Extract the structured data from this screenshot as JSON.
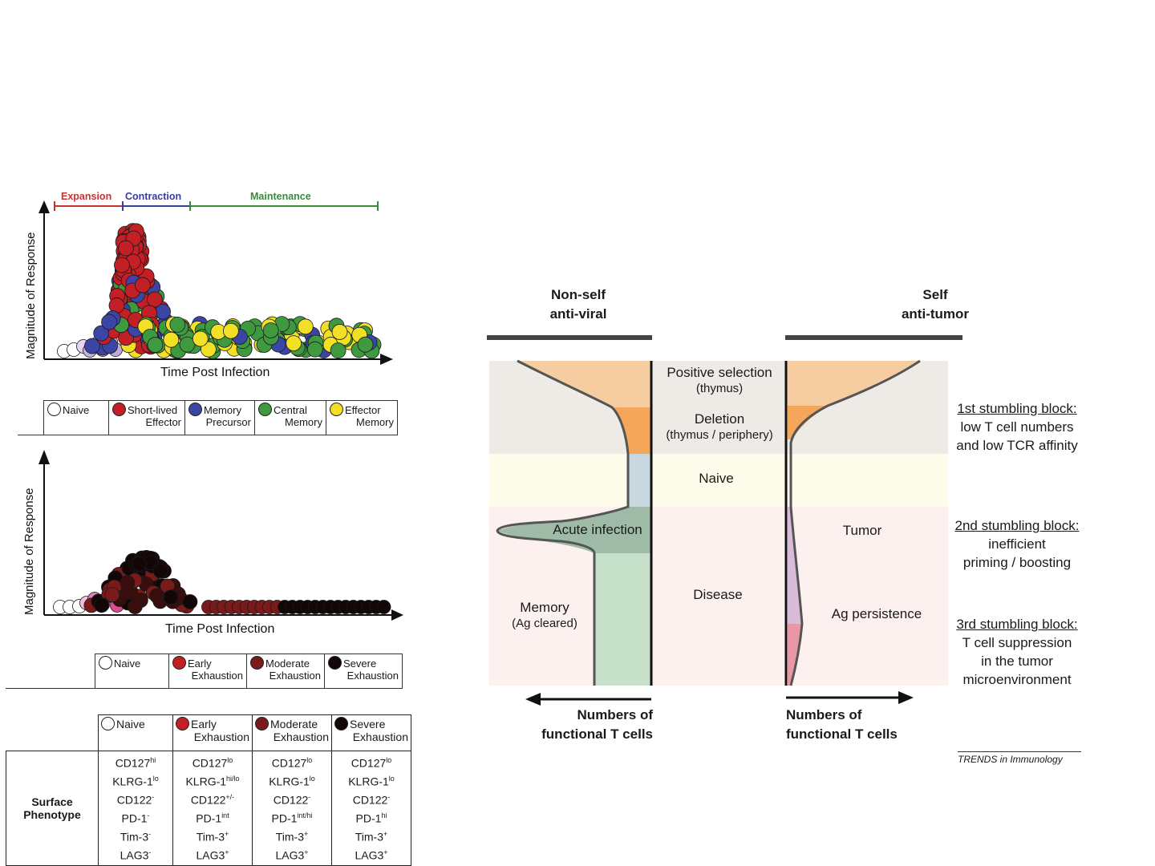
{
  "top_chart": {
    "phases": [
      "Expansion",
      "Contraction",
      "Maintenance"
    ],
    "phase_colors": [
      "#c8322e",
      "#3a3f9a",
      "#3a8a3a"
    ],
    "ylabel": "Magnitude of Response",
    "xlabel": "Time Post Infection"
  },
  "top_legend": [
    {
      "line1": "Naive",
      "line2": "",
      "color": "#ffffff"
    },
    {
      "line1": "Short-lived",
      "line2": "Effector",
      "color": "#c21f26"
    },
    {
      "line1": "Memory",
      "line2": "Precursor",
      "color": "#3b45a6"
    },
    {
      "line1": "Central",
      "line2": "Memory",
      "color": "#3f9a3f"
    },
    {
      "line1": "Effector",
      "line2": "Memory",
      "color": "#f2e027"
    }
  ],
  "bottom_chart": {
    "ylabel": "Magnitude of Response",
    "xlabel": "Time Post Infection"
  },
  "bottom_legend": [
    {
      "line1": "Naive",
      "line2": "",
      "color": "#ffffff"
    },
    {
      "line1": "Early",
      "line2": "Exhaustion",
      "color": "#c21f26"
    },
    {
      "line1": "Moderate",
      "line2": "Exhaustion",
      "color": "#7a1a1a"
    },
    {
      "line1": "Severe",
      "line2": "Exhaustion",
      "color": "#120606"
    }
  ],
  "phenotype_table": {
    "row_label_1": "Surface",
    "row_label_2": "Phenotype",
    "columns": [
      {
        "line1": "Naive",
        "line2": "",
        "color": "#ffffff",
        "markers": [
          [
            "CD127",
            "hi"
          ],
          [
            "KLRG-1",
            "lo"
          ],
          [
            "CD122",
            "-"
          ],
          [
            "PD-1",
            "-"
          ],
          [
            "Tim-3",
            "-"
          ],
          [
            "LAG3",
            "-"
          ]
        ]
      },
      {
        "line1": "Early",
        "line2": "Exhaustion",
        "color": "#c21f26",
        "markers": [
          [
            "CD127",
            "lo"
          ],
          [
            "KLRG-1",
            "hi/lo"
          ],
          [
            "CD122",
            "+/-"
          ],
          [
            "PD-1",
            "int"
          ],
          [
            "Tim-3",
            "+"
          ],
          [
            "LAG3",
            "+"
          ]
        ]
      },
      {
        "line1": "Moderate",
        "line2": "Exhaustion",
        "color": "#7a1a1a",
        "markers": [
          [
            "CD127",
            "lo"
          ],
          [
            "KLRG-1",
            "lo"
          ],
          [
            "CD122",
            "-"
          ],
          [
            "PD-1",
            "int/hi"
          ],
          [
            "Tim-3",
            "+"
          ],
          [
            "LAG3",
            "+"
          ]
        ]
      },
      {
        "line1": "Severe",
        "line2": "Exhaustion",
        "color": "#120606",
        "markers": [
          [
            "CD127",
            "lo"
          ],
          [
            "KLRG-1",
            "lo"
          ],
          [
            "CD122",
            "-"
          ],
          [
            "PD-1",
            "hi"
          ],
          [
            "Tim-3",
            "+"
          ],
          [
            "LAG3",
            "+"
          ]
        ]
      }
    ]
  },
  "right_diagram": {
    "left_title_1": "Non-self",
    "left_title_2": "anti-viral",
    "right_title_1": "Self",
    "right_title_2": "anti-tumor",
    "stages": {
      "positive_selection": "Positive selection",
      "positive_selection_sub": "(thymus)",
      "deletion": "Deletion",
      "deletion_sub": "(thymus / periphery)",
      "naive": "Naive",
      "disease": "Disease"
    },
    "acute_infection": "Acute infection",
    "memory": "Memory",
    "memory_sub": "(Ag cleared)",
    "tumor": "Tumor",
    "ag_persistence": "Ag persistence",
    "block1_title": "1st stumbling block:",
    "block1_lines": [
      "low T cell numbers",
      "and low TCR affinity"
    ],
    "block2_title": "2nd stumbling block:",
    "block2_lines": [
      "inefficient",
      "priming / boosting"
    ],
    "block3_title": "3rd stumbling block:",
    "block3_lines": [
      "T cell suppression",
      "in the tumor",
      "microenvironment"
    ],
    "axis_left_1": "Numbers of",
    "axis_left_2": "functional T cells",
    "axis_right_1": "Numbers of",
    "axis_right_2": "functional T cells",
    "credit": "TRENDS in Immunology",
    "band_colors": {
      "selection": "#eeebe6",
      "naive": "#fdfbe9",
      "disease": "#fcf1ef",
      "orange_light": "#f6cda0",
      "orange_dark": "#f4a65a",
      "naive_fill": "#c9d7e0",
      "acute_fill": "#9fbba7",
      "memory_fill": "#c7e0c9",
      "tumor_fill": "#d9bcd9",
      "ag_fill": "#e898a4"
    }
  }
}
